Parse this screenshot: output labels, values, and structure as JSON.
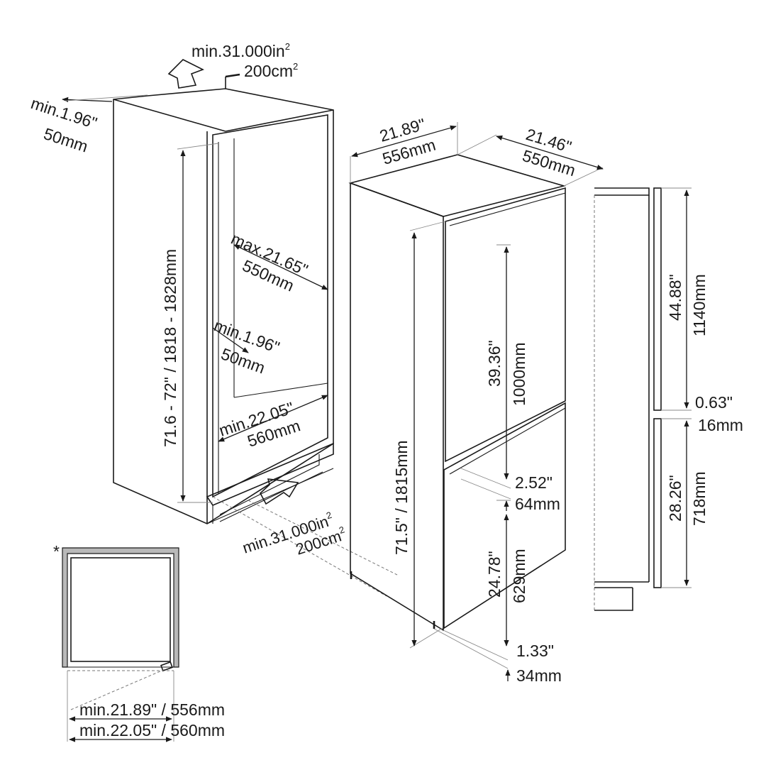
{
  "vent_top": {
    "area_in": "min.31.000in",
    "area_cm": "200cm",
    "sup": "2"
  },
  "vent_bottom": {
    "area_in": "min.31.000in",
    "area_cm": "200cm",
    "sup": "2"
  },
  "niche": {
    "rear_gap_in": "min.1.96\"",
    "rear_gap_mm": "50mm",
    "height": "71.6 - 72\" / 1818 - 1828mm",
    "depth_in": "max.21.65\"",
    "depth_mm": "550mm",
    "inner_gap_in": "min.1.96\"",
    "inner_gap_mm": "50mm",
    "width_in": "min.22.05\"",
    "width_mm": "560mm"
  },
  "appliance": {
    "width_in": "21.89\"",
    "width_mm": "556mm",
    "depth_in": "21.46\"",
    "depth_mm": "550mm",
    "height": "71.5\" / 1815mm",
    "upper_door_in": "39.36\"",
    "upper_door_mm": "1000mm",
    "gap_in": "2.52\"",
    "gap_mm": "64mm",
    "lower_door_in": "24.78\"",
    "lower_door_mm": "629mm",
    "bottom_in": "1.33\"",
    "bottom_mm": "34mm"
  },
  "side_panel": {
    "upper_in": "44.88\"",
    "upper_mm": "1140mm",
    "gap_in": "0.63\"",
    "gap_mm": "16mm",
    "lower_in": "28.26\"",
    "lower_mm": "718mm"
  },
  "plan_view": {
    "asterisk": "*",
    "min_width_1": "min.21.89\" / 556mm",
    "min_width_2": "min.22.05\" / 560mm"
  }
}
